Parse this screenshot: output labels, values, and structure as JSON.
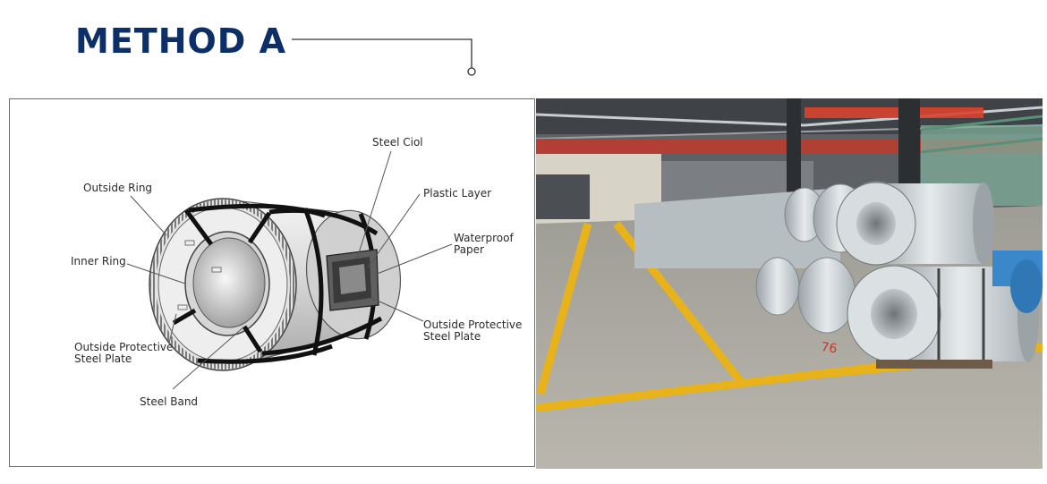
{
  "title": "METHOD A",
  "colors": {
    "title": "#0b2f66",
    "connector": "#333333",
    "floor_line": "#e8b21a"
  },
  "diagram": {
    "labels": {
      "steel_coil": "Steel Ciol",
      "plastic_layer": "Plastic Layer",
      "waterproof_paper_1": "Waterproof",
      "waterproof_paper_2": "Paper",
      "outside_ring": "Outside Ring",
      "inner_ring": "Inner Ring",
      "outside_plate_right_1": "Outside Protective",
      "outside_plate_right_2": "Steel Plate",
      "outside_plate_left_1": "Outside Protective",
      "outside_plate_left_2": "Steel Plate",
      "steel_band": "Steel Band"
    }
  },
  "photo": {
    "description_icon": "warehouse-steel-coils-photo",
    "floor_mark": "76"
  }
}
